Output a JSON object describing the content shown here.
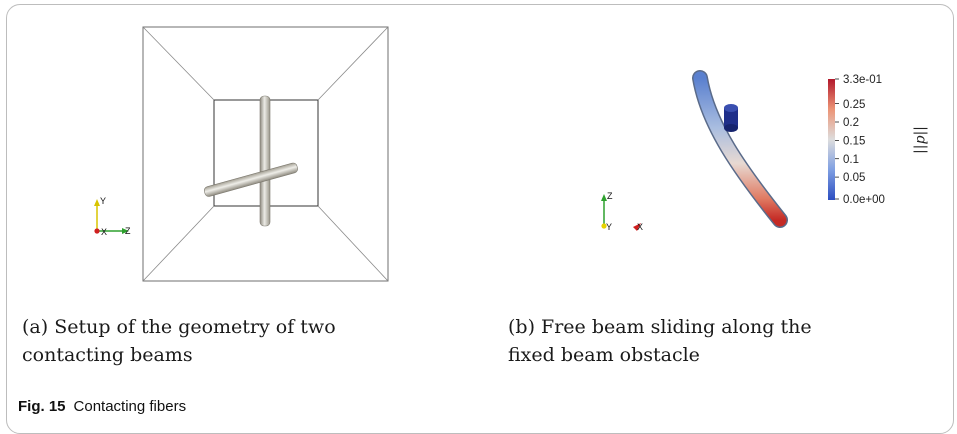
{
  "panel_a": {
    "caption": "(a) Setup of the geometry of two contacting beams",
    "axes": {
      "up": "Y",
      "right": "Z",
      "origin": "X"
    }
  },
  "panel_b": {
    "caption": "(b) Free beam sliding along the fixed beam obstacle",
    "axes": {
      "up": "Z",
      "origin": "Y",
      "other": "X"
    },
    "colorbar": {
      "title": "||d||",
      "ticks": [
        "3.3e-01",
        "0.25",
        "0.2",
        "0.15",
        "0.1",
        "0.05",
        "0.0e+00"
      ],
      "colors": {
        "high": "#b2182b",
        "mid": "#dddddd",
        "low": "#2c4ec1"
      }
    }
  },
  "figure": {
    "label": "Fig. 15",
    "title": "Contacting fibers"
  }
}
